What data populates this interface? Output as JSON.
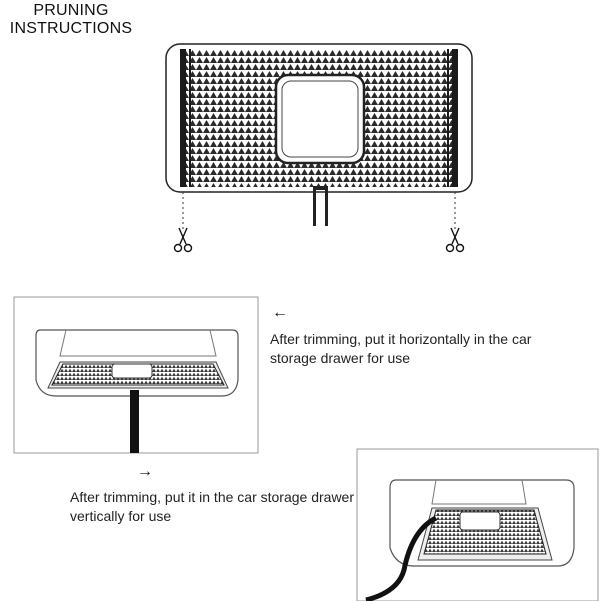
{
  "title": {
    "line1": "PRUNING",
    "line2": "INSTRUCTIONS"
  },
  "captions": {
    "horizontal": "After trimming, put it horizontally in the car storage drawer for use",
    "vertical": "After trimming, put it in the car storage drawer vertically for use"
  },
  "icons": {
    "arrow_left": "left-arrow",
    "arrow_right": "right-arrow",
    "scissors": "scissors"
  },
  "colors": {
    "line": "#1a1a1a",
    "frame": "#999999",
    "pattern": "#333333"
  }
}
